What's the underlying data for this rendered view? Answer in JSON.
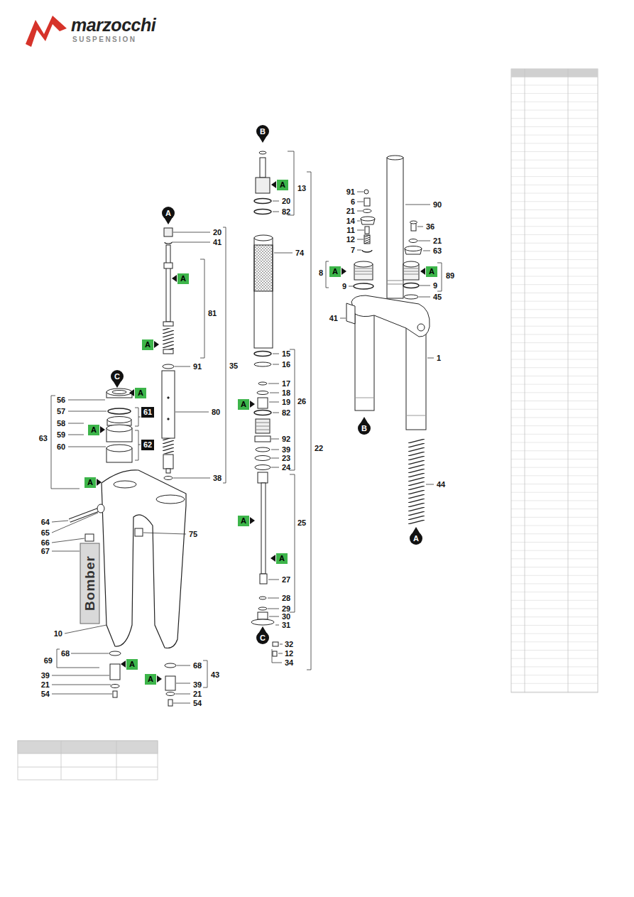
{
  "diagram": {
    "nodes": [
      {
        "text": [
          "B"
        ]
      },
      {
        "text": [
          "A"
        ]
      },
      {
        "text": [
          "A"
        ]
      },
      {
        "text": [
          "A"
        ]
      },
      {
        "text": [
          "A"
        ]
      },
      {
        "text": [
          "A"
        ]
      },
      {
        "text": [
          "A"
        ]
      },
      {
        "text": [
          "C"
        ]
      },
      {
        "text": [
          "A"
        ]
      },
      {
        "text": [
          "A"
        ]
      },
      {
        "text": [
          "61"
        ]
      },
      {
        "text": [
          "A"
        ]
      },
      {
        "text": [
          "B"
        ]
      },
      {
        "text": [
          "62"
        ]
      },
      {
        "text": [
          "A"
        ]
      },
      {
        "text": [
          "A"
        ]
      },
      {
        "text": [
          "A"
        ]
      },
      {
        "text": [
          "A"
        ]
      },
      {
        "text": [
          "C"
        ]
      },
      {
        "text": [
          "A"
        ]
      },
      {
        "text": [
          "A"
        ]
      }
    ],
    "labels": [
      "marzocchi",
      "SUSPENSION",
      "13",
      "20",
      "82",
      "91",
      "90",
      "6",
      "21",
      "14",
      "36",
      "11",
      "20",
      "12",
      "21",
      "41",
      "7",
      "63",
      "74",
      "8",
      "89",
      "9",
      "9",
      "45",
      "81",
      "41",
      "15",
      "1",
      "16",
      "35",
      "91",
      "17",
      "18",
      "56",
      "57",
      "26",
      "19",
      "80",
      "82",
      "58",
      "59",
      "63",
      "92",
      "60",
      "22",
      "39",
      "23",
      "24",
      "38",
      "44",
      "64",
      "25",
      "65",
      "75",
      "66",
      "67",
      "Bomber",
      "27",
      "28",
      "29",
      "30",
      "31",
      "10",
      "32",
      "68",
      "12",
      "69",
      "34",
      "68",
      "43",
      "39",
      "21",
      "39",
      "54",
      "21",
      "54"
    ]
  }
}
